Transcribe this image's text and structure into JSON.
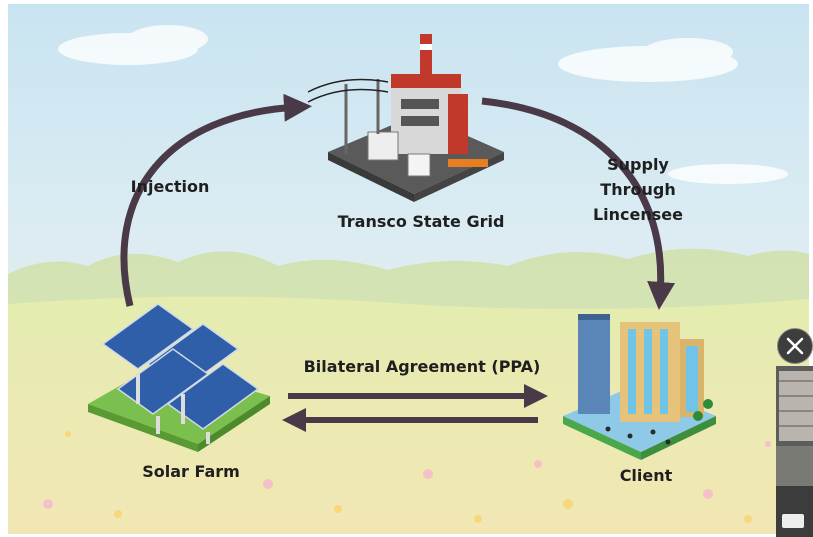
{
  "diagram": {
    "labels": {
      "injection": "Injection",
      "grid": "Transco State Grid",
      "supply": [
        "Supply",
        "Through",
        "Lincensee"
      ],
      "bilateral": "Bilateral Agreement (PPA)",
      "solar": "Solar Farm",
      "client": "Client"
    }
  },
  "colors": {
    "arrow": "#4a3a48",
    "sky": "#cfe7f2",
    "grass": "#e8edb0",
    "close_button": "#3d3d3d"
  },
  "icons": {
    "close": "close-icon",
    "grid": "power-plant-icon",
    "solar": "solar-panel-icon",
    "client": "buildings-icon"
  }
}
